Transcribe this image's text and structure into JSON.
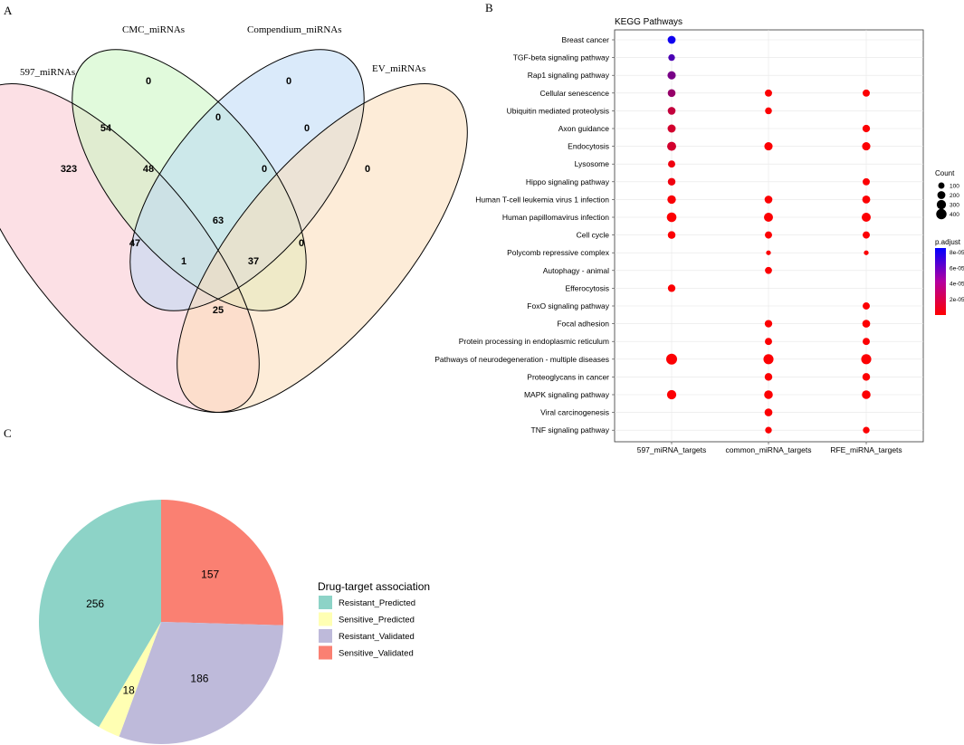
{
  "panel_labels": [
    "A",
    "B",
    "C"
  ],
  "chart_data": [
    {
      "type": "venn",
      "panel": "A",
      "sets": [
        "597_miRNAs",
        "CMC_miRNAs",
        "Compendium_miRNAs",
        "EV_miRNAs"
      ],
      "regions": [
        {
          "sets": [
            "597_miRNAs"
          ],
          "value": 323
        },
        {
          "sets": [
            "CMC_miRNAs"
          ],
          "value": 0
        },
        {
          "sets": [
            "Compendium_miRNAs"
          ],
          "value": 0
        },
        {
          "sets": [
            "EV_miRNAs"
          ],
          "value": 0
        },
        {
          "sets": [
            "597_miRNAs",
            "CMC_miRNAs"
          ],
          "value": 54
        },
        {
          "sets": [
            "CMC_miRNAs",
            "Compendium_miRNAs"
          ],
          "value": 0
        },
        {
          "sets": [
            "Compendium_miRNAs",
            "EV_miRNAs"
          ],
          "value": 0
        },
        {
          "sets": [
            "597_miRNAs",
            "CMC_miRNAs",
            "Compendium_miRNAs"
          ],
          "value": 48
        },
        {
          "sets": [
            "CMC_miRNAs",
            "Compendium_miRNAs",
            "EV_miRNAs"
          ],
          "value": 0
        },
        {
          "sets": [
            "597_miRNAs",
            "CMC_miRNAs",
            "Compendium_miRNAs",
            "EV_miRNAs"
          ],
          "value": 63
        },
        {
          "sets": [
            "597_miRNAs",
            "Compendium_miRNAs"
          ],
          "value": 47
        },
        {
          "sets": [
            "CMC_miRNAs",
            "EV_miRNAs"
          ],
          "value": 0
        },
        {
          "sets": [
            "597_miRNAs",
            "Compendium_miRNAs",
            "EV_miRNAs"
          ],
          "value": 1
        },
        {
          "sets": [
            "597_miRNAs",
            "CMC_miRNAs",
            "EV_miRNAs"
          ],
          "value": 37
        },
        {
          "sets": [
            "597_miRNAs",
            "EV_miRNAs"
          ],
          "value": 25
        }
      ],
      "colors": [
        "#f9c7cf",
        "#c9f5c0",
        "#bcd9f5",
        "#fbdcb8"
      ]
    },
    {
      "type": "scatter",
      "panel": "B",
      "title": "KEGG Pathways",
      "x": [
        "597_miRNA_targets",
        "common_miRNA_targets",
        "RFE_miRNA_targets"
      ],
      "y": [
        "Breast cancer",
        "TGF-beta signaling pathway",
        "Rap1 signaling pathway",
        "Cellular senescence",
        "Ubiquitin mediated proteolysis",
        "Axon guidance",
        "Endocytosis",
        "Lysosome",
        "Hippo signaling pathway",
        "Human T-cell leukemia virus 1 infection",
        "Human papillomavirus infection",
        "Cell cycle",
        "Polycomb repressive complex",
        "Autophagy - animal",
        "Efferocytosis",
        "FoxO signaling pathway",
        "Focal adhesion",
        "Protein processing in endoplasmic reticulum",
        "Pathways of neurodegeneration - multiple diseases",
        "Proteoglycans in cancer",
        "MAPK signaling pathway",
        "Viral carcinogenesis",
        "TNF signaling pathway"
      ],
      "points": [
        {
          "x": "597_miRNA_targets",
          "y": "Breast cancer",
          "count": 200,
          "p_adjust": 8e-05
        },
        {
          "x": "597_miRNA_targets",
          "y": "TGF-beta signaling pathway",
          "count": 120,
          "p_adjust": 6e-05
        },
        {
          "x": "597_miRNA_targets",
          "y": "Rap1 signaling pathway",
          "count": 220,
          "p_adjust": 4.5e-05
        },
        {
          "x": "597_miRNA_targets",
          "y": "Cellular senescence",
          "count": 190,
          "p_adjust": 3.5e-05
        },
        {
          "x": "597_miRNA_targets",
          "y": "Ubiquitin mediated proteolysis",
          "count": 190,
          "p_adjust": 2e-05
        },
        {
          "x": "597_miRNA_targets",
          "y": "Axon guidance",
          "count": 210,
          "p_adjust": 1.5e-05
        },
        {
          "x": "597_miRNA_targets",
          "y": "Endocytosis",
          "count": 280,
          "p_adjust": 1.5e-05
        },
        {
          "x": "597_miRNA_targets",
          "y": "Lysosome",
          "count": 150,
          "p_adjust": 5e-06
        },
        {
          "x": "597_miRNA_targets",
          "y": "Hippo signaling pathway",
          "count": 180,
          "p_adjust": 5e-06
        },
        {
          "x": "597_miRNA_targets",
          "y": "Human T-cell leukemia virus 1 infection",
          "count": 240,
          "p_adjust": 2e-06
        },
        {
          "x": "597_miRNA_targets",
          "y": "Human papillomavirus infection",
          "count": 330,
          "p_adjust": 1e-06
        },
        {
          "x": "597_miRNA_targets",
          "y": "Cell cycle",
          "count": 180,
          "p_adjust": 1e-06
        },
        {
          "x": "597_miRNA_targets",
          "y": "Efferocytosis",
          "count": 170,
          "p_adjust": 1e-06
        },
        {
          "x": "597_miRNA_targets",
          "y": "Pathways of neurodegeneration - multiple diseases",
          "count": 450,
          "p_adjust": 1e-06
        },
        {
          "x": "597_miRNA_targets",
          "y": "MAPK signaling pathway",
          "count": 300,
          "p_adjust": 1e-06
        },
        {
          "x": "common_miRNA_targets",
          "y": "Cellular senescence",
          "count": 150,
          "p_adjust": 1e-06
        },
        {
          "x": "common_miRNA_targets",
          "y": "Ubiquitin mediated proteolysis",
          "count": 130,
          "p_adjust": 1e-06
        },
        {
          "x": "common_miRNA_targets",
          "y": "Endocytosis",
          "count": 220,
          "p_adjust": 1e-06
        },
        {
          "x": "common_miRNA_targets",
          "y": "Human T-cell leukemia virus 1 infection",
          "count": 190,
          "p_adjust": 1e-06
        },
        {
          "x": "common_miRNA_targets",
          "y": "Human papillomavirus infection",
          "count": 280,
          "p_adjust": 1e-06
        },
        {
          "x": "common_miRNA_targets",
          "y": "Cell cycle",
          "count": 150,
          "p_adjust": 1e-06
        },
        {
          "x": "common_miRNA_targets",
          "y": "Polycomb repressive complex",
          "count": 40,
          "p_adjust": 1e-06
        },
        {
          "x": "common_miRNA_targets",
          "y": "Autophagy - animal",
          "count": 140,
          "p_adjust": 1e-06
        },
        {
          "x": "common_miRNA_targets",
          "y": "Focal adhesion",
          "count": 170,
          "p_adjust": 1e-06
        },
        {
          "x": "common_miRNA_targets",
          "y": "Protein processing in endoplasmic reticulum",
          "count": 150,
          "p_adjust": 1e-06
        },
        {
          "x": "common_miRNA_targets",
          "y": "Pathways of neurodegeneration - multiple diseases",
          "count": 370,
          "p_adjust": 1e-06
        },
        {
          "x": "common_miRNA_targets",
          "y": "Proteoglycans in cancer",
          "count": 180,
          "p_adjust": 1e-06
        },
        {
          "x": "common_miRNA_targets",
          "y": "MAPK signaling pathway",
          "count": 250,
          "p_adjust": 1e-06
        },
        {
          "x": "common_miRNA_targets",
          "y": "Viral carcinogenesis",
          "count": 190,
          "p_adjust": 1e-06
        },
        {
          "x": "common_miRNA_targets",
          "y": "TNF signaling pathway",
          "count": 120,
          "p_adjust": 1e-06
        },
        {
          "x": "RFE_miRNA_targets",
          "y": "Cellular senescence",
          "count": 150,
          "p_adjust": 1e-06
        },
        {
          "x": "RFE_miRNA_targets",
          "y": "Axon guidance",
          "count": 170,
          "p_adjust": 1e-06
        },
        {
          "x": "RFE_miRNA_targets",
          "y": "Endocytosis",
          "count": 220,
          "p_adjust": 1e-06
        },
        {
          "x": "RFE_miRNA_targets",
          "y": "Hippo signaling pathway",
          "count": 150,
          "p_adjust": 1e-06
        },
        {
          "x": "RFE_miRNA_targets",
          "y": "Human T-cell leukemia virus 1 infection",
          "count": 200,
          "p_adjust": 1e-06
        },
        {
          "x": "RFE_miRNA_targets",
          "y": "Human papillomavirus infection",
          "count": 280,
          "p_adjust": 1e-06
        },
        {
          "x": "RFE_miRNA_targets",
          "y": "Cell cycle",
          "count": 150,
          "p_adjust": 1e-06
        },
        {
          "x": "RFE_miRNA_targets",
          "y": "Polycomb repressive complex",
          "count": 40,
          "p_adjust": 1e-06
        },
        {
          "x": "RFE_miRNA_targets",
          "y": "FoxO signaling pathway",
          "count": 150,
          "p_adjust": 1e-06
        },
        {
          "x": "RFE_miRNA_targets",
          "y": "Focal adhesion",
          "count": 190,
          "p_adjust": 1e-06
        },
        {
          "x": "RFE_miRNA_targets",
          "y": "Protein processing in endoplasmic reticulum",
          "count": 150,
          "p_adjust": 1e-06
        },
        {
          "x": "RFE_miRNA_targets",
          "y": "Pathways of neurodegeneration - multiple diseases",
          "count": 370,
          "p_adjust": 1e-06
        },
        {
          "x": "RFE_miRNA_targets",
          "y": "Proteoglycans in cancer",
          "count": 180,
          "p_adjust": 1e-06
        },
        {
          "x": "RFE_miRNA_targets",
          "y": "MAPK signaling pathway",
          "count": 250,
          "p_adjust": 1e-06
        },
        {
          "x": "RFE_miRNA_targets",
          "y": "TNF signaling pathway",
          "count": 120,
          "p_adjust": 1e-06
        }
      ],
      "legend_count": {
        "title": "Count",
        "values": [
          100,
          200,
          300,
          400
        ]
      },
      "legend_color": {
        "title": "p.adjust",
        "ticks": [
          "8e-05",
          "6e-05",
          "4e-05",
          "2e-05"
        ],
        "tick_values": [
          8e-05,
          6e-05,
          4e-05,
          2e-05
        ],
        "range": [
          0,
          8.5e-05
        ],
        "low_color": "#ff0000",
        "high_color": "#0000ff"
      },
      "grid": true,
      "legend_position": "right"
    },
    {
      "type": "pie",
      "panel": "C",
      "slices": [
        {
          "label": "Sensitive_Validated",
          "value": 157,
          "color": "#fa8072"
        },
        {
          "label": "Resistant_Validated",
          "value": 186,
          "color": "#bebada"
        },
        {
          "label": "Sensitive_Predicted",
          "value": 18,
          "color": "#ffffb3"
        },
        {
          "label": "Resistant_Predicted",
          "value": 256,
          "color": "#8dd3c7"
        }
      ],
      "legend_title": "Drug-target association",
      "legend_order": [
        "Resistant_Predicted",
        "Sensitive_Predicted",
        "Resistant_Validated",
        "Sensitive_Validated"
      ],
      "legend_position": "right"
    }
  ]
}
